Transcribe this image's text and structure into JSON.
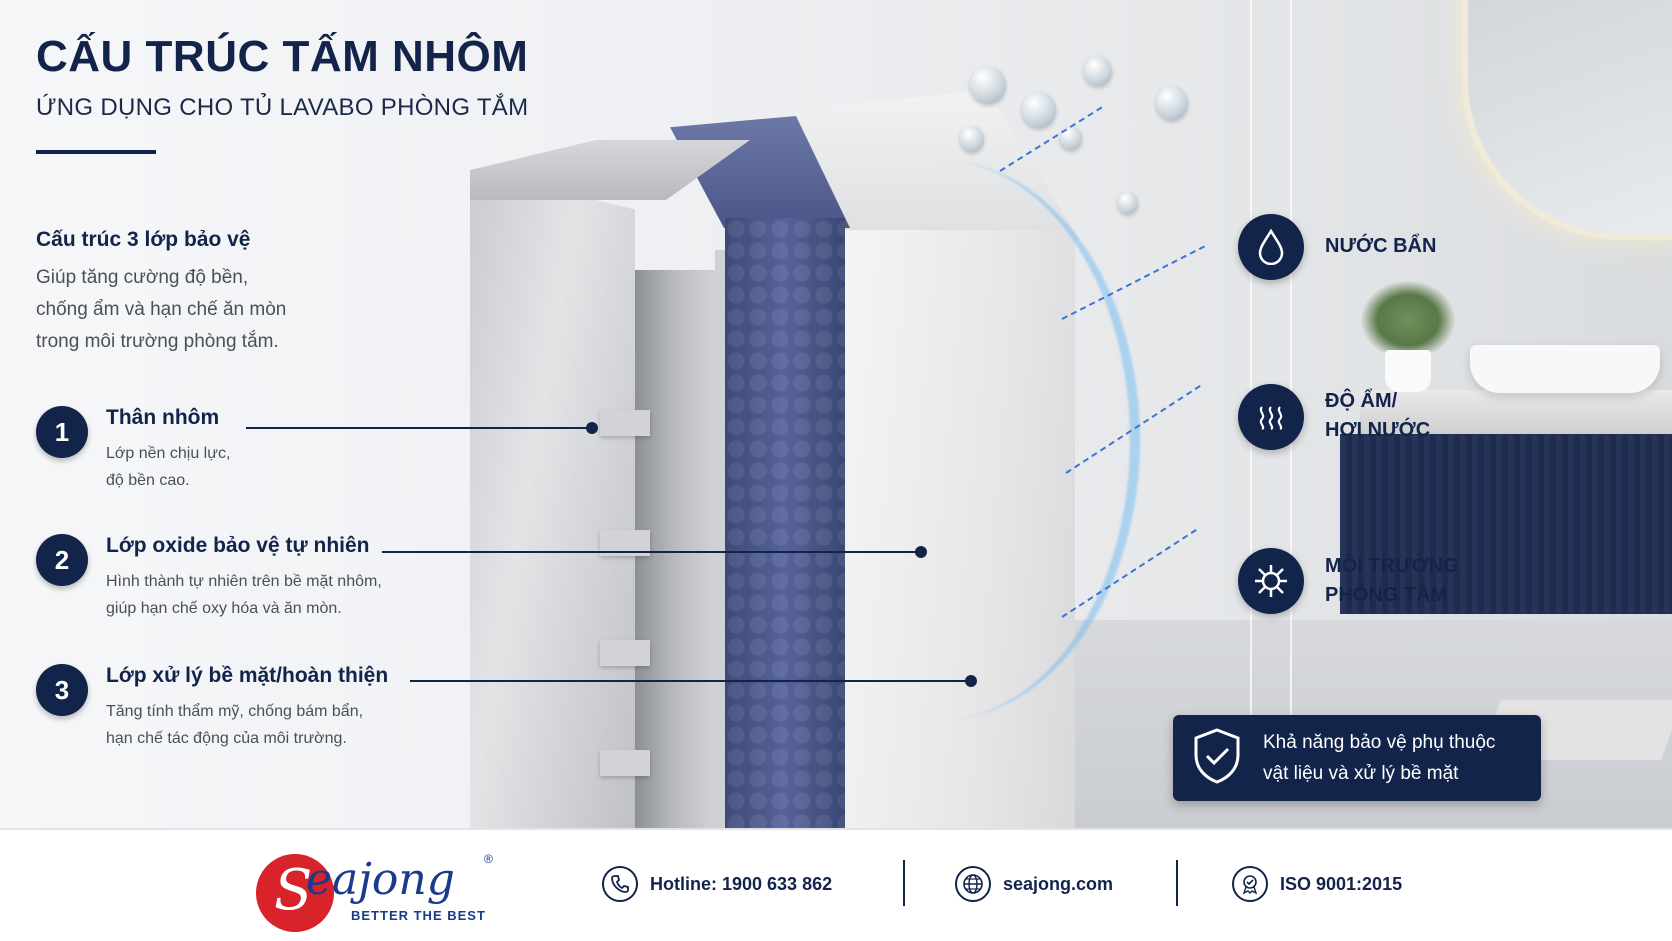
{
  "header": {
    "title": "CẤU TRÚC TẤM NHÔM",
    "subtitle": "ỨNG DỤNG CHO TỦ LAVABO PHÒNG TẮM"
  },
  "intro": {
    "heading": "Cấu trúc 3 lớp bảo vệ",
    "lines": [
      "Giúp tăng cường độ bền,",
      "chống ẩm và hạn chế ăn mòn",
      "trong môi trường phòng tắm."
    ]
  },
  "layers": [
    {
      "number": "1",
      "title": "Thân nhôm",
      "desc": [
        "Lớp nền chịu lực,",
        "độ bền cao."
      ]
    },
    {
      "number": "2",
      "title": "Lớp oxide bảo vệ tự nhiên",
      "desc": [
        "Hình thành tự nhiên trên bề mặt nhôm,",
        "giúp hạn chế oxy hóa và ăn mòn."
      ]
    },
    {
      "number": "3",
      "title": "Lớp xử lý bề mặt/hoàn thiện",
      "desc": [
        "Tăng tính thẩm mỹ, chống bám bẩn,",
        "hạn chế tác động của môi trường."
      ]
    }
  ],
  "threats": [
    {
      "icon": "water-drop-icon",
      "lines": [
        "NƯỚC BẨN"
      ]
    },
    {
      "icon": "steam-icon",
      "lines": [
        "ĐỘ ẨM/",
        "HƠI NƯỚC"
      ]
    },
    {
      "icon": "bacteria-icon",
      "lines": [
        "MÔI TRƯỜNG",
        "PHÒNG TẮM"
      ]
    }
  ],
  "note": {
    "icon": "shield-check-icon",
    "lines": [
      "Khả năng bảo vệ phụ thuộc",
      "vật liệu và xử lý bề mặt"
    ]
  },
  "footer": {
    "brand": "eajong",
    "brand_initial": "S",
    "registered": "®",
    "tagline": "BETTER THE BEST",
    "hotline": "Hotline: 1900 633 862",
    "website": "seajong.com",
    "certification": "ISO 9001:2015"
  },
  "colors": {
    "navy": "#13244a",
    "brand_red": "#d8232a",
    "brand_blue": "#1a3a8c",
    "foam": "#4a5688"
  }
}
